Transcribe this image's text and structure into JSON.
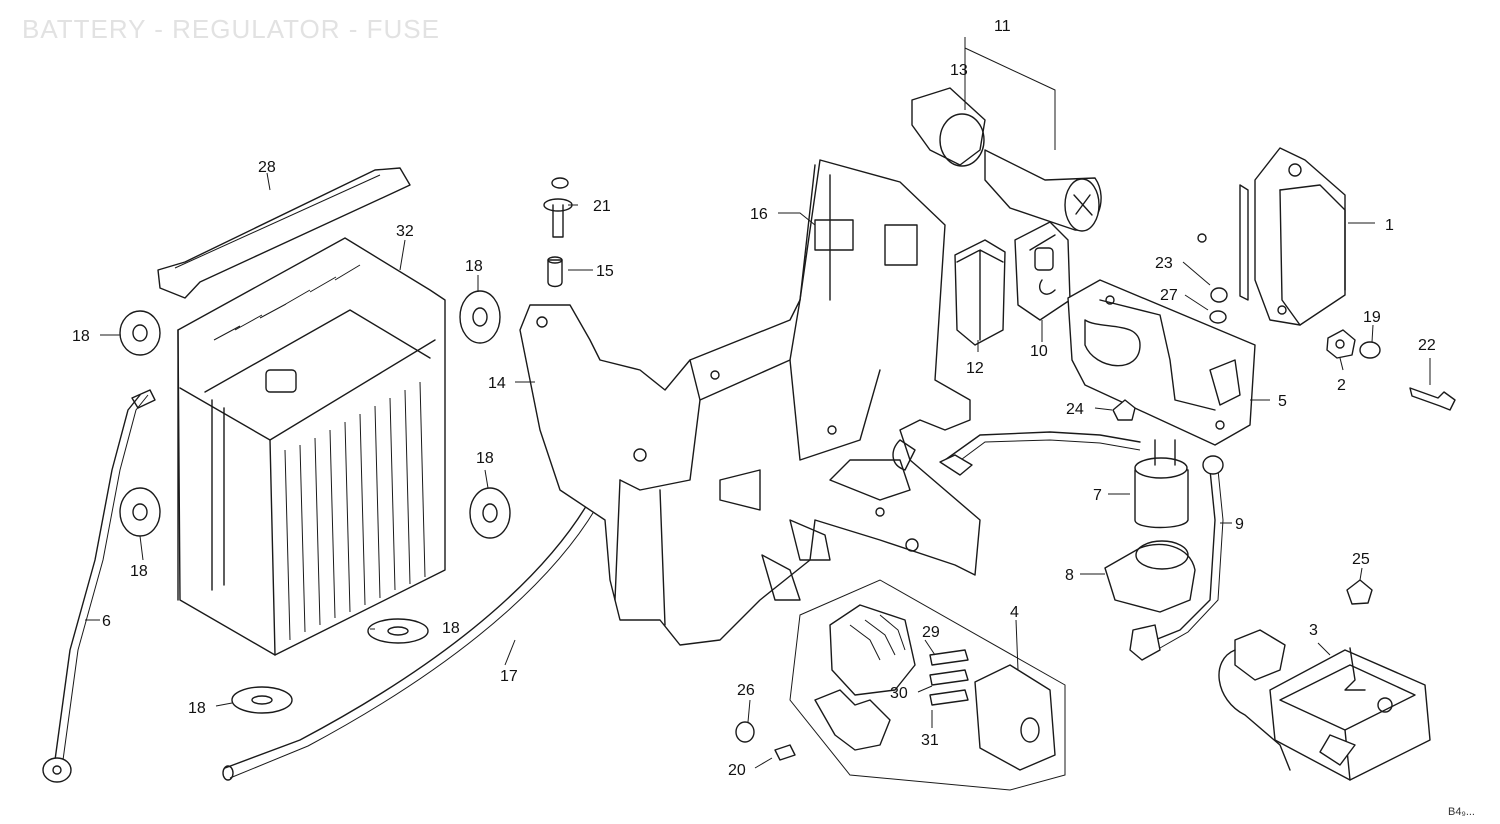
{
  "title": "BATTERY - REGULATOR - FUSE",
  "diagram_code": "B4₉...",
  "callouts": [
    {
      "id": "c1",
      "label": "1"
    },
    {
      "id": "c2",
      "label": "2"
    },
    {
      "id": "c3",
      "label": "3"
    },
    {
      "id": "c4",
      "label": "4"
    },
    {
      "id": "c5",
      "label": "5"
    },
    {
      "id": "c6",
      "label": "6"
    },
    {
      "id": "c7",
      "label": "7"
    },
    {
      "id": "c8",
      "label": "8"
    },
    {
      "id": "c9",
      "label": "9"
    },
    {
      "id": "c10",
      "label": "10"
    },
    {
      "id": "c11",
      "label": "11"
    },
    {
      "id": "c12",
      "label": "12"
    },
    {
      "id": "c13",
      "label": "13"
    },
    {
      "id": "c14",
      "label": "14"
    },
    {
      "id": "c15",
      "label": "15"
    },
    {
      "id": "c16",
      "label": "16"
    },
    {
      "id": "c17",
      "label": "17"
    },
    {
      "id": "c18a",
      "label": "18"
    },
    {
      "id": "c18b",
      "label": "18"
    },
    {
      "id": "c18c",
      "label": "18"
    },
    {
      "id": "c18d",
      "label": "18"
    },
    {
      "id": "c18e",
      "label": "18"
    },
    {
      "id": "c18f",
      "label": "18"
    },
    {
      "id": "c19",
      "label": "19"
    },
    {
      "id": "c20",
      "label": "20"
    },
    {
      "id": "c21",
      "label": "21"
    },
    {
      "id": "c22",
      "label": "22"
    },
    {
      "id": "c23",
      "label": "23"
    },
    {
      "id": "c24",
      "label": "24"
    },
    {
      "id": "c25",
      "label": "25"
    },
    {
      "id": "c26",
      "label": "26"
    },
    {
      "id": "c27",
      "label": "27"
    },
    {
      "id": "c28",
      "label": "28"
    },
    {
      "id": "c29",
      "label": "29"
    },
    {
      "id": "c30",
      "label": "30"
    },
    {
      "id": "c31",
      "label": "31"
    },
    {
      "id": "c32",
      "label": "32"
    }
  ]
}
